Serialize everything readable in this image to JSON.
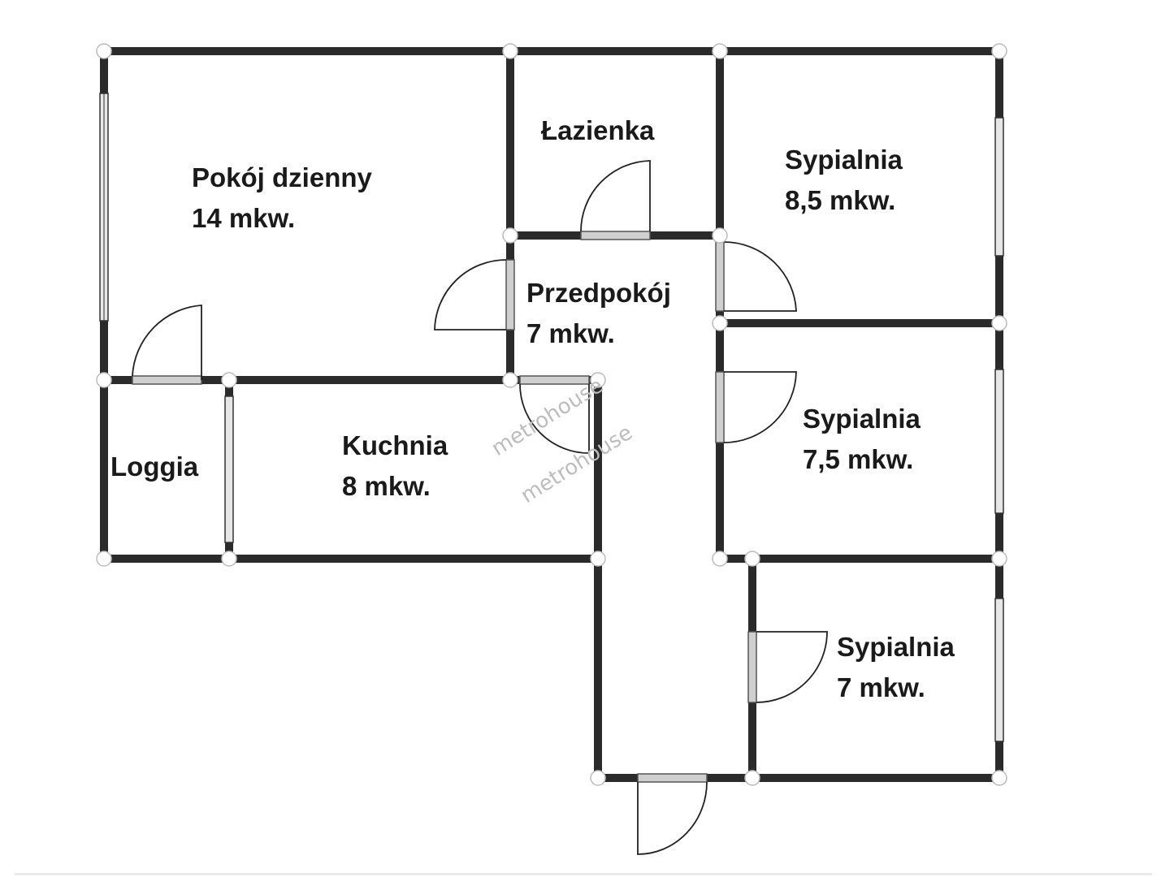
{
  "rooms": [
    {
      "name": "Pokój dzienny",
      "area": "14 mkw."
    },
    {
      "name": "Łazienka"
    },
    {
      "name": "Sypialnia",
      "area": "8,5 mkw."
    },
    {
      "name": "Przedpokój",
      "area": "7 mkw."
    },
    {
      "name": "Sypialnia",
      "area": "7,5 mkw."
    },
    {
      "name": "Loggia"
    },
    {
      "name": "Kuchnia",
      "area": "8 mkw."
    },
    {
      "name": "Sypialnia",
      "area": "7 mkw."
    }
  ],
  "watermark": [
    "metrohouse",
    "metrohouse"
  ],
  "colors": {
    "wall": "#2b2b2b",
    "door_panel": "#cfcfcf",
    "background": "#ffffff"
  }
}
